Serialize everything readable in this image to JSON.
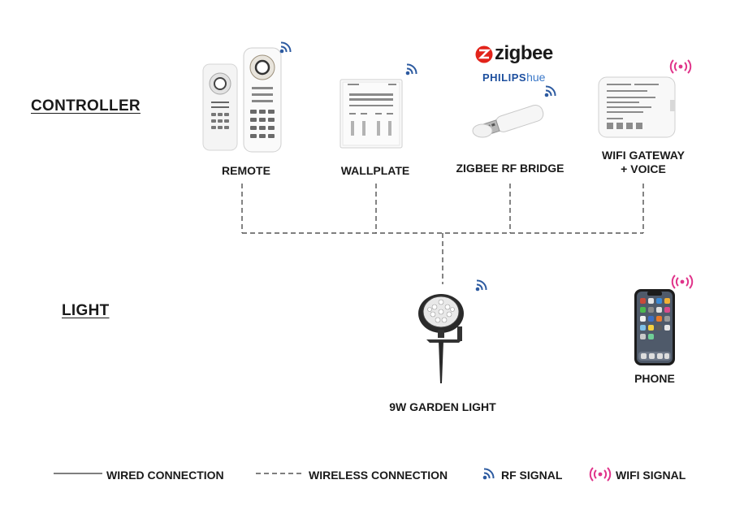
{
  "sections": {
    "controller": "CONTROLLER",
    "light": "LIGHT"
  },
  "controllers": [
    {
      "label": "REMOTE",
      "signal": "rf"
    },
    {
      "label": "WALLPLATE",
      "signal": "rf"
    },
    {
      "label": "ZIGBEE RF BRIDGE",
      "signal": "rf"
    },
    {
      "label_line1": "WIFI GATEWAY",
      "label_line2": "+ VOICE",
      "signal": "wifi"
    }
  ],
  "lights": [
    {
      "label": "9W GARDEN LIGHT",
      "signal": "rf"
    },
    {
      "label": "PHONE",
      "signal": "wifi"
    }
  ],
  "brands": {
    "zigbee": "zigbee",
    "philips": "PHILIPS",
    "hue": "hue"
  },
  "legend": {
    "wired": "WIRED CONNECTION",
    "wireless": "WIRELESS CONNECTION",
    "rf": "RF SIGNAL",
    "wifi": "WIFI SIGNAL"
  },
  "colors": {
    "rf_signal": "#2c5aa0",
    "wifi_signal": "#e0338a",
    "connection_line": "#333333"
  }
}
